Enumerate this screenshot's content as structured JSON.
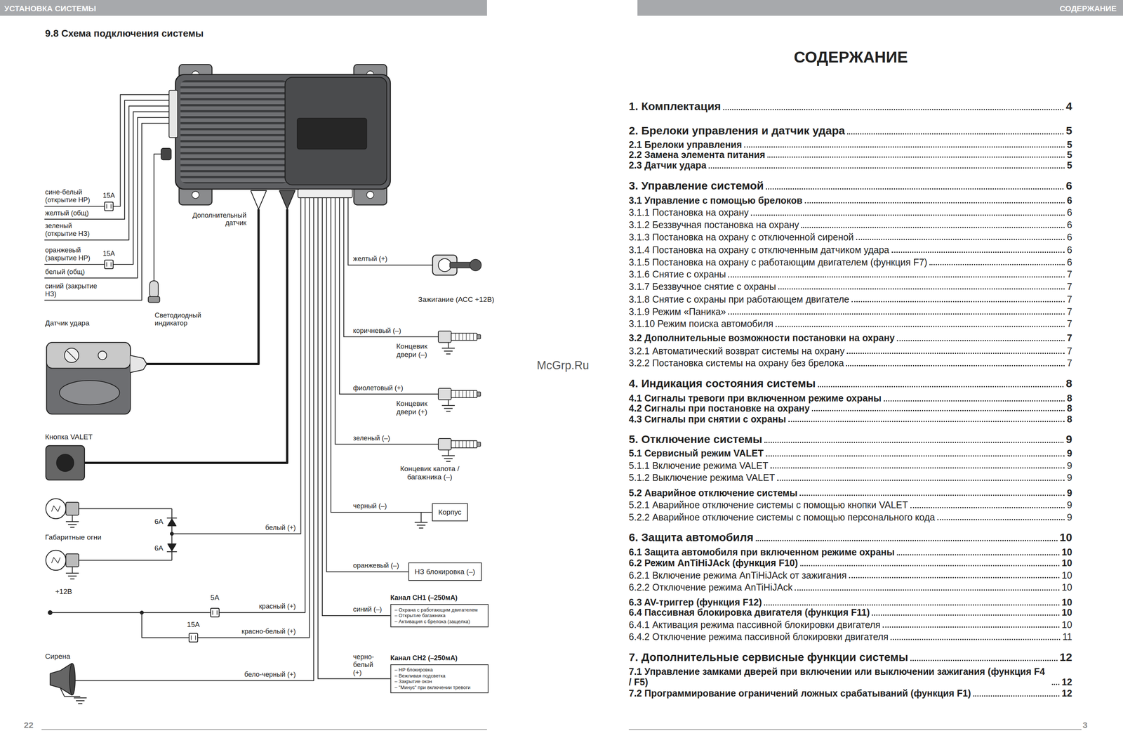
{
  "diagram": {
    "title": "9.8 Схема подключения системы",
    "nodes": [
      {
        "text": [
          "Корпус"
        ]
      },
      {
        "text": [
          "НЗ блокировка (–)"
        ]
      },
      {
        "text": [
          "Канал CH1 (–250мА)",
          "– Охрана с работающим двигателем",
          "– Открытие багажника",
          "– Активация с брелока (защелка)"
        ]
      },
      {
        "text": [
          "Канал CH2 (–250мА)",
          "– НР блокировка",
          "– Вежливая подсветка",
          "– Закрытие окон",
          "– \"Минус\" при включении тревоги"
        ]
      }
    ],
    "labels": [
      "УСТАНОВКА СИСТЕМЫ",
      "СОДЕРЖАНИЕ",
      "сине-белый (открытие НР)",
      "15А",
      "желтый (общ)",
      "зеленый (открытие НЗ)",
      "оранжевый (закрытие НР)",
      "15А",
      "белый (общ)",
      "синий (закрытие НЗ)",
      "Дополнительный датчик",
      "Светодиодный индикатор",
      "Датчик удара",
      "Кнопка VALET",
      "Габаритные огни",
      "6А",
      "6А",
      "+12В",
      "5А",
      "15А",
      "Сирена",
      "желтый (+)",
      "Зажигание (АСС +12В)",
      "коричневый (–)",
      "Концевик двери (–)",
      "фиолетовый (+)",
      "Концевик двери (+)",
      "зеленый (–)",
      "Концевик капота / багажника (–)",
      "черный (–)",
      "белый (+)",
      "оранжевый (–)",
      "красный (+)",
      "синий (–)",
      "красно-белый (+)",
      "черно-белый (+)",
      "бело-черный (+)",
      "22",
      "McGrp.Ru",
      "СОДЕРЖАНИЕ",
      "1. Комплектация",
      "4",
      "2. Брелоки управления и датчик удара",
      "5",
      "2.1 Брелоки управления",
      "5",
      "2.2 Замена элемента питания",
      "5",
      "2.3 Датчик удара",
      "5",
      "3. Управление системой",
      "6",
      "3.1 Управление с помощью брелоков",
      "6",
      "3.1.1 Постановка на охрану",
      "6",
      "3.1.2 Беззвучная постановка на охрану",
      "6",
      "3.1.3 Постановка на охрану с отключенной сиреной",
      "6",
      "3.1.4 Постановка на охрану с отключенным датчиком удара",
      "6",
      "3.1.5 Постановка на охрану с работающим двигателем (функция F7)",
      "6",
      "3.1.6 Снятие с охраны",
      "7",
      "3.1.7 Беззвучное снятие с охраны",
      "7",
      "3.1.8 Снятие с охраны при работающем двигателе",
      "7",
      "3.1.9 Режим «Паника»",
      "7",
      "3.1.10 Режим поиска автомобиля",
      "7",
      "3.2 Дополнительные возможности постановки на охрану",
      "7",
      "3.2.1 Автоматический возврат системы на охрану",
      "7",
      "3.2.2 Постановка системы на охрану без брелока",
      "7",
      "4. Индикация состояния системы",
      "8",
      "4.1 Сигналы тревоги при включенном режиме охраны",
      "8",
      "4.2 Сигналы при постановке на охрану",
      "8",
      "4.3 Сигналы при снятии с охраны",
      "8",
      "5. Отключение системы",
      "9",
      "5.1 Сервисный режим VALET",
      "9",
      "5.1.1 Включение режима VALET",
      "9",
      "5.1.2 Выключение режима VALET",
      "9",
      "5.2 Аварийное отключение системы",
      "9",
      "5.2.1 Аварийное отключение системы с помощью кнопки VALET",
      "9",
      "5.2.2 Аварийное отключение системы с помощью персонального кода",
      "9",
      "6. Защита автомобиля",
      "10",
      "6.1 Защита автомобиля при включенном режиме охраны",
      "10",
      "6.2 Режим AnTiHiJAck (функция F10)",
      "10",
      "6.2.1 Включение режима AnTiHiJAck от зажигания",
      "10",
      "6.2.2 Отключение режима AnTiHiJAck",
      "10",
      "6.3 AV-триггер (функция F12)",
      "10",
      "6.4 Пассивная блокировка двигателя (функция F11)",
      "10",
      "6.4.1 Активация режима пассивной блокировки двигателя",
      "10",
      "6.4.2 Отключение режима пассивной блокировки двигателя",
      "11",
      "7. Дополнительные сервисные функции системы",
      "12",
      "7.1 Управление замками дверей при включении или выключении зажигания (функция F4 / F5)",
      "12",
      "7.2 Программирование ограничений ложных срабатываний (функция F1)",
      "12",
      "3"
    ]
  }
}
